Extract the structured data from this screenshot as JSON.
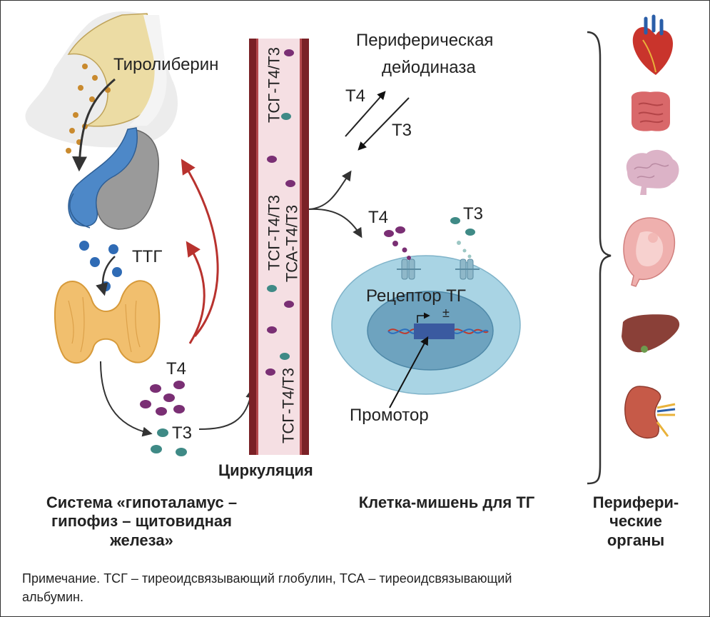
{
  "labels": {
    "tyroliberin": "Тиролиберин",
    "ttg": "ТТГ",
    "t4_left": "Т4",
    "t3_left": "Т3",
    "vessel_1": "ТСГ-Т4/Т3",
    "vessel_2": "ТСГ-Т4/Т3",
    "vessel_3": "ТСА-Т4/Т3",
    "vessel_4": "ТСГ-Т4/Т3",
    "circulation": "Циркуляция",
    "deiodinase_line1": "Периферическая",
    "deiodinase_line2": "дейодиназа",
    "t4_conv": "Т4",
    "t3_conv": "Т3",
    "t4_cell": "Т4",
    "t3_cell": "Т3",
    "receptor": "Рецептор ТГ",
    "plusminus": "±",
    "promoter": "Промотор"
  },
  "captions": {
    "system_line1": "Система «гипоталамус –",
    "system_line2": "гипофиз – щитовидная",
    "system_line3": "железа»",
    "target_cell": "Клетка-мишень для ТГ",
    "organs_line1": "Перифери-",
    "organs_line2": "ческие",
    "organs_line3": "органы"
  },
  "note": {
    "line1": "Примечание. ТСГ – тиреоидсвязывающий глобулин, ТСА – тиреоидсвязывающий",
    "line2": "альбумин."
  },
  "colors": {
    "hormone_t4": "#7a2f74",
    "hormone_t3": "#3f8a86",
    "ttg": "#2f6bb5",
    "vessel_wall": "#7a2126",
    "vessel_lumen": "#f5dfe3",
    "return_arrow": "#b8322e",
    "cell_outer": "#a9d4e4",
    "cell_nucleus": "#6ea3bf"
  },
  "organs": [
    "heart-icon",
    "intestine-icon",
    "brain-icon",
    "uterus-fetus-icon",
    "liver-icon",
    "kidney-icon"
  ]
}
